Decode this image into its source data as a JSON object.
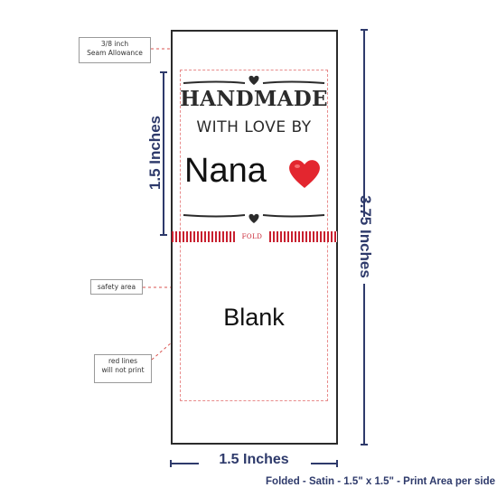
{
  "label": {
    "top_text": "HANDMADE",
    "sub_text": "WITH LOVE BY",
    "name": "Nana",
    "fold_text": "FOLD",
    "blank_text": "Blank"
  },
  "callouts": {
    "seam_fraction": "3/8 inch",
    "seam_text": "Seam Allowance",
    "safety": "safety area",
    "red_lines_1": "red lines",
    "red_lines_2": "will not print"
  },
  "dimensions": {
    "fold_height": "1.5 Inches",
    "total_height": "3.75 Inches",
    "width": "1.5 Inches"
  },
  "caption": "Folded - Satin - 1.5\" x 1.5\" - Print Area per side",
  "colors": {
    "dimension_blue": "#2e3a6b",
    "fold_red": "#c8202f",
    "safety_pink": "#e88b8b",
    "heart_red": "#e3262f",
    "outline": "#2b2b2b"
  }
}
